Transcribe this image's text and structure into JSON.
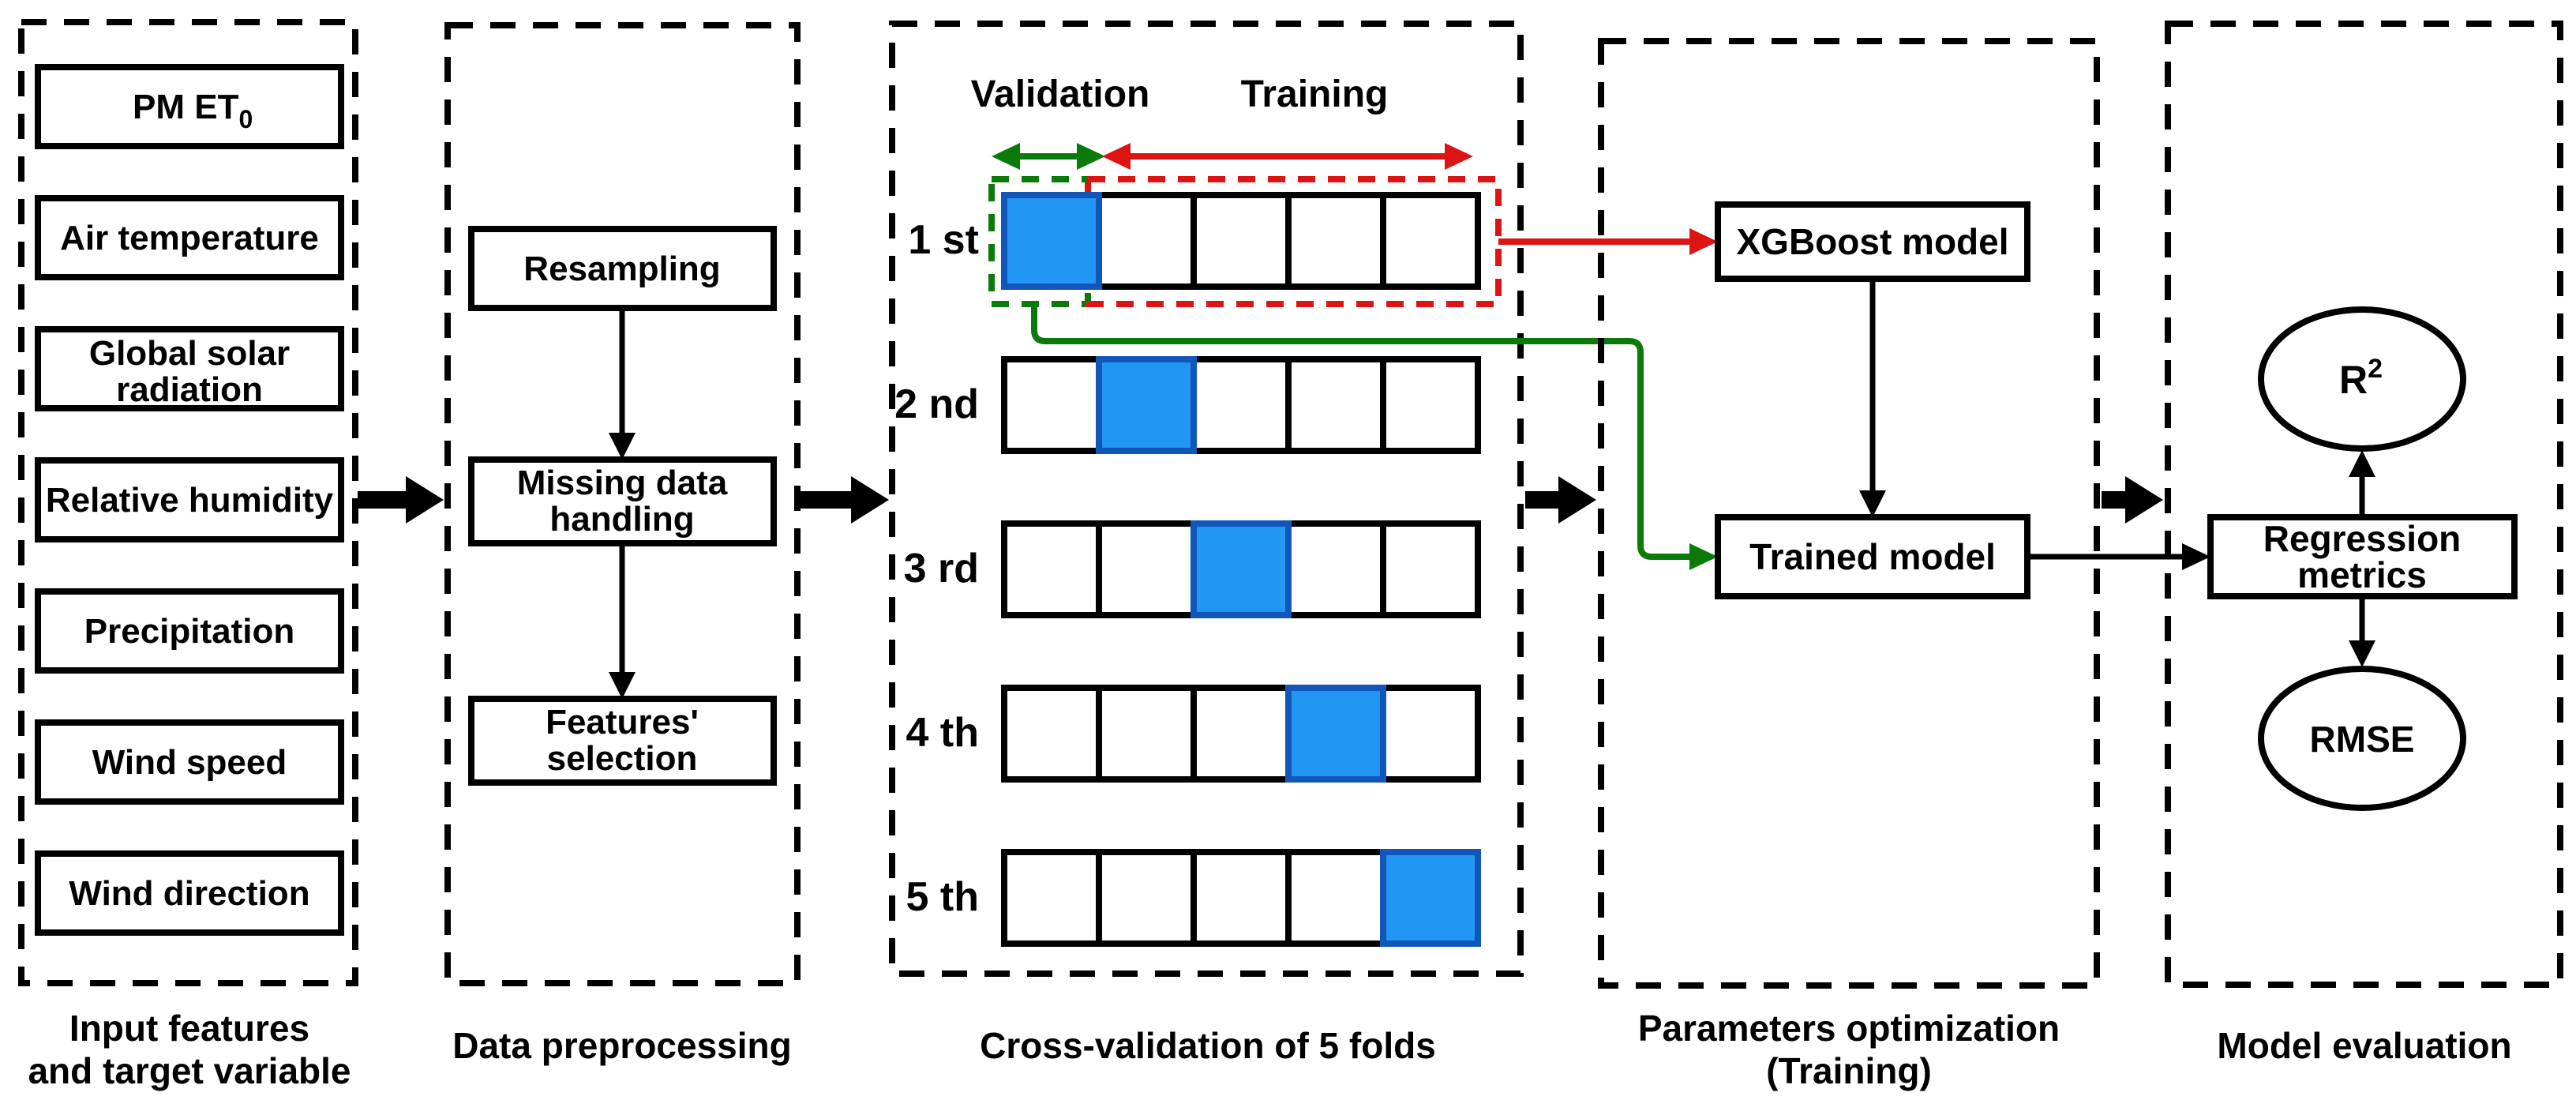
{
  "colors": {
    "blue_fill": "#2196F3",
    "blue_border": "#1256BA",
    "green": "#0B7A0B",
    "red": "#DC1414",
    "black": "#000000"
  },
  "panels": {
    "input": {
      "caption_line1": "Input features",
      "caption_line2": "and target variable",
      "items": [
        {
          "main": "PM ET",
          "sub": "0"
        },
        {
          "line1": "Air temperature"
        },
        {
          "line1": "Global solar",
          "line2": "radiation"
        },
        {
          "line1": "Relative humidity"
        },
        {
          "line1": "Precipitation"
        },
        {
          "line1": "Wind speed"
        },
        {
          "line1": "Wind direction"
        }
      ]
    },
    "preprocessing": {
      "caption": "Data preprocessing",
      "steps": [
        {
          "line1": "Resampling"
        },
        {
          "line1": "Missing data",
          "line2": "handling"
        },
        {
          "line1": "Features'",
          "line2": "selection"
        }
      ]
    },
    "cross_validation": {
      "caption": "Cross-validation of 5 folds",
      "validation_label": "Validation",
      "training_label": "Training",
      "fold_labels": [
        "1 st",
        "2 nd",
        "3 rd",
        "4 th",
        "5 th"
      ],
      "folds": 5,
      "cells_per_fold": 5,
      "validation_cell_index_per_row": [
        0,
        1,
        2,
        3,
        4
      ]
    },
    "training": {
      "caption_line1": "Parameters optimization",
      "caption_line2": "(Training)",
      "xgboost_label": "XGBoost model",
      "trained_label": "Trained model"
    },
    "evaluation": {
      "caption": "Model evaluation",
      "r2_main": "R",
      "r2_sup": "2",
      "metrics_line1": "Regression",
      "metrics_line2": "metrics",
      "rmse_label": "RMSE"
    }
  }
}
